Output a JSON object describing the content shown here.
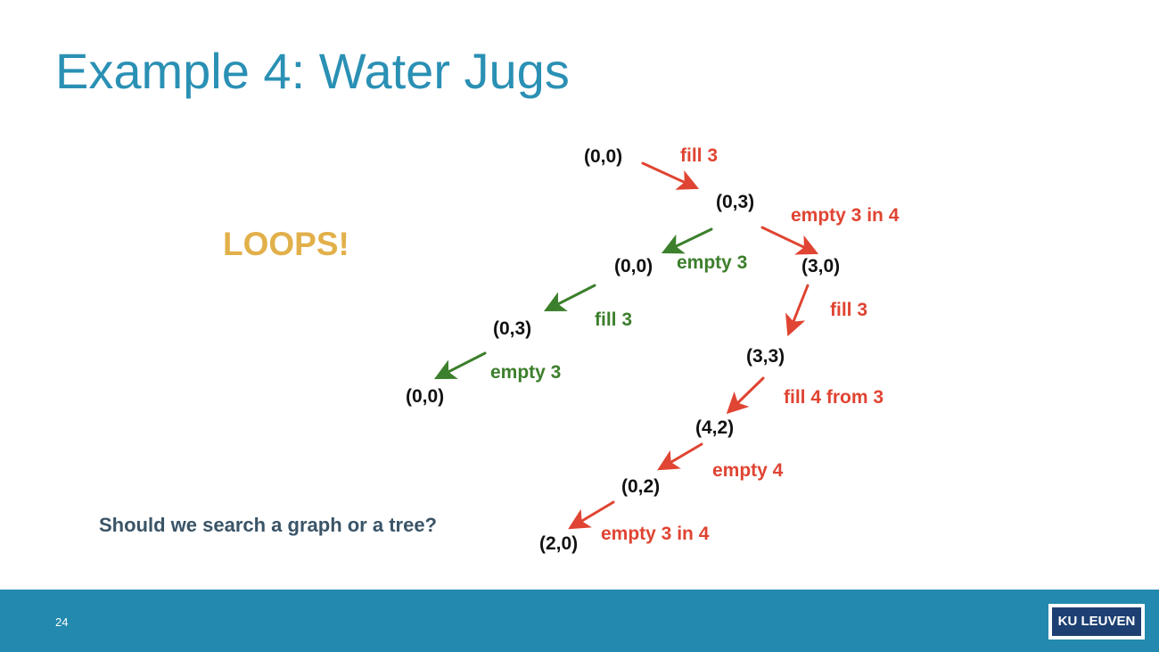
{
  "slide": {
    "title": "Example 4: Water Jugs",
    "aside": "LOOPS!",
    "question": "Should we search a graph or a tree?",
    "page_number": "24",
    "logo_text": "KU LEUVEN"
  },
  "colors": {
    "title": "#2a90b4",
    "aside": "#e2b04a",
    "question": "#3a5467",
    "red_edge": "#e04432",
    "green_edge": "#3c7f2c",
    "footer": "#2389ae",
    "logo": "#1d3f72"
  },
  "diagram": {
    "nodes": [
      {
        "id": "n1",
        "label": "(0,0)"
      },
      {
        "id": "n2",
        "label": "(0,3)"
      },
      {
        "id": "n3",
        "label": "(0,0)"
      },
      {
        "id": "n4",
        "label": "(3,0)"
      },
      {
        "id": "n5",
        "label": "(0,3)"
      },
      {
        "id": "n6",
        "label": "(0,0)"
      },
      {
        "id": "n7",
        "label": "(3,3)"
      },
      {
        "id": "n8",
        "label": "(4,2)"
      },
      {
        "id": "n9",
        "label": "(0,2)"
      },
      {
        "id": "n10",
        "label": "(2,0)"
      }
    ],
    "edges": [
      {
        "from": "n1",
        "to": "n2",
        "label": "fill 3",
        "color": "red"
      },
      {
        "from": "n2",
        "to": "n3",
        "label": "empty 3",
        "color": "green"
      },
      {
        "from": "n2",
        "to": "n4",
        "label": "empty 3 in 4",
        "color": "red"
      },
      {
        "from": "n3",
        "to": "n5",
        "label": "fill 3",
        "color": "green"
      },
      {
        "from": "n5",
        "to": "n6",
        "label": "empty 3",
        "color": "green"
      },
      {
        "from": "n4",
        "to": "n7",
        "label": "fill 3",
        "color": "red"
      },
      {
        "from": "n7",
        "to": "n8",
        "label": "fill 4 from 3",
        "color": "red"
      },
      {
        "from": "n8",
        "to": "n9",
        "label": "empty 4",
        "color": "red"
      },
      {
        "from": "n9",
        "to": "n10",
        "label": "empty 3 in 4",
        "color": "red"
      }
    ]
  }
}
